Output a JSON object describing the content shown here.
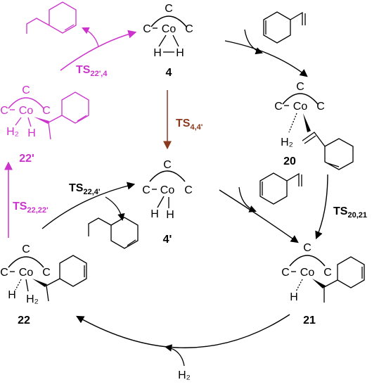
{
  "colors": {
    "main": "#000000",
    "highlight": "#cc33cc",
    "ts_brown": "#8b3a1e"
  },
  "complexes": {
    "c4": {
      "id": "4",
      "C_top": "C",
      "C_left": "C",
      "Co": "Co",
      "C_right": "C",
      "H_a": "H",
      "H_b": "H"
    },
    "c20": {
      "id": "20",
      "C_top": "C",
      "C_left": "C",
      "Co": "Co",
      "C_right": "C",
      "H2": "H₂"
    },
    "c4p": {
      "id": "4'",
      "C_top": "C",
      "C_left": "C",
      "Co": "Co",
      "C_right": "C",
      "H_a": "H",
      "H_b": "H"
    },
    "c21": {
      "id": "21",
      "C_top": "C",
      "C_left": "C",
      "Co": "Co",
      "C_right": "C",
      "H": "H"
    },
    "c22": {
      "id": "22",
      "C_top": "C",
      "C_left": "C",
      "Co": "Co",
      "C_right": "C",
      "H": "H",
      "H2": "H₂"
    },
    "c22p": {
      "id": "22'",
      "C_top": "C",
      "C_left": "C",
      "Co": "Co",
      "C_right": "C",
      "H": "H",
      "H2": "H₂"
    }
  },
  "transition_states": {
    "ts_4_4p": {
      "main": "TS",
      "sub": "4,4'"
    },
    "ts_20_21": {
      "main": "TS",
      "sub": "20,21"
    },
    "ts_22_4p": {
      "main": "TS",
      "sub": "22,4'"
    },
    "ts_22_22p": {
      "main": "TS",
      "sub": "22,22'"
    },
    "ts_22p_4": {
      "main": "TS",
      "sub": "22',4"
    }
  },
  "reagents": {
    "h2": "H₂"
  }
}
